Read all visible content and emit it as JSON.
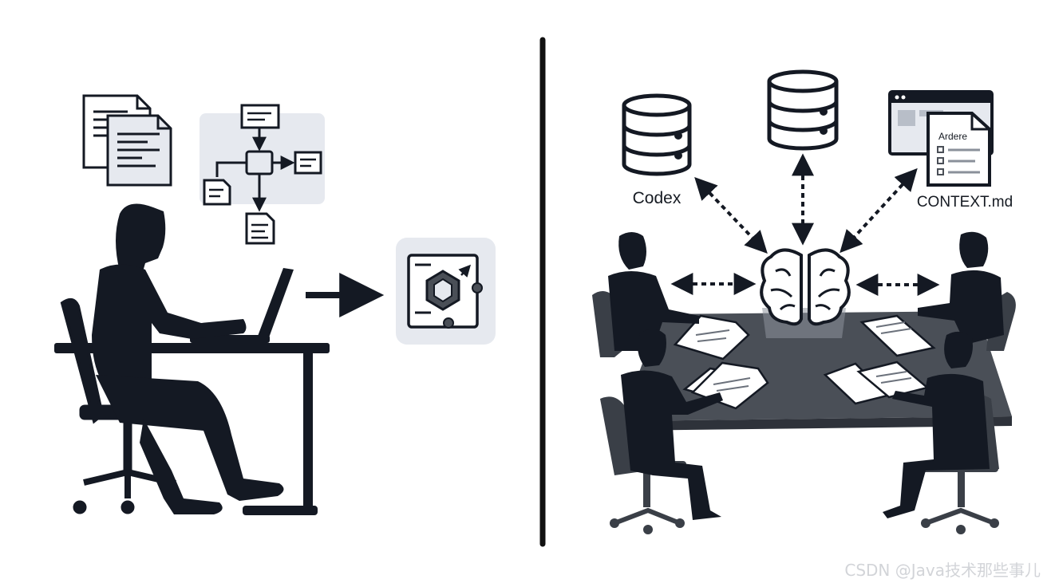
{
  "labels": {
    "left_database": "Codex",
    "right_file": "CONTEXT.md",
    "doc_heading": "Ardere"
  },
  "watermark": "CSDN @Java技术那些事儿",
  "icons": {
    "left_scene": [
      "documents-icon",
      "flowchart-icon",
      "person-at-laptop-icon",
      "arrow-right-icon",
      "hexagon-module-icon"
    ],
    "right_scene": [
      "database-icon",
      "database-icon",
      "browser-document-icon",
      "brain-icon",
      "team-meeting-icon",
      "bidirectional-arrow-icon"
    ]
  },
  "colors": {
    "silhouette": "#141923",
    "panel": "#e6e9ef",
    "table": "#4a4f57",
    "divider": "#111111"
  }
}
